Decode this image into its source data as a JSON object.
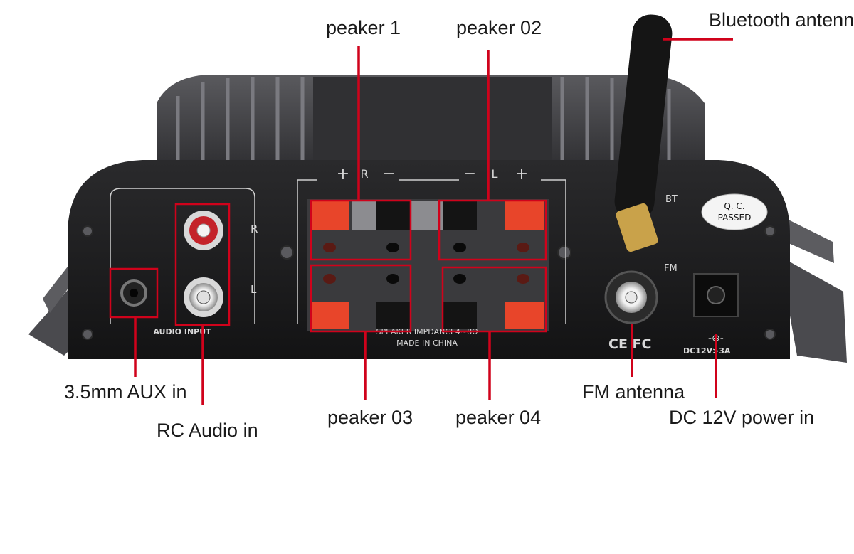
{
  "labels": {
    "speaker1": "peaker 1",
    "speaker02": "peaker 02",
    "speaker03": "peaker 03",
    "speaker04": "peaker 04",
    "bt_antenna": "Bluetooth antenna",
    "aux_in": "3.5mm AUX in",
    "rc_audio": "RC Audio in",
    "fm_antenna": "FM antenna",
    "dc_power": "DC 12V power in"
  },
  "panel": {
    "audio_input": "AUDIO INPUT",
    "rca_r": "R",
    "rca_l": "L",
    "plus": "+",
    "minus": "−",
    "chan_r": "R",
    "chan_l": "L",
    "impedance": "SPEAKER IMPDANCE4~8Ω",
    "made_in": "MADE IN CHINA",
    "bt": "BT",
    "fm": "FM",
    "qc_line1": "Q. C.",
    "qc_line2": "PASSED",
    "ce_mark": "CE FC",
    "dc_rating": "DC12V>3A"
  },
  "colors": {
    "highlight": "#d0021b",
    "chassis": "#1b1b1d",
    "terminal_red": "#e8452a"
  }
}
